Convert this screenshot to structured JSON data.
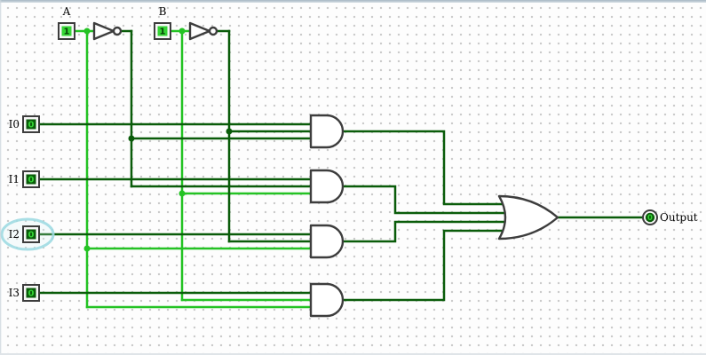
{
  "colors": {
    "wire_on": "#24c324",
    "wire_off": "#0a5c0a",
    "gate_stroke": "#3d3d3d",
    "pin_border": "#3d3d3d",
    "value_on_fill": "#35d435",
    "value_on_text": "#073f07",
    "value_off_fill": "#0a5c0a",
    "value_off_text": "#35d435",
    "highlight": "#9fdbe3",
    "grid_dot": "#c9c9c9",
    "label": "#000000",
    "chrome": "#a7b8c4"
  },
  "pins": {
    "a": {
      "label": "A",
      "value": "1",
      "state": "on"
    },
    "b": {
      "label": "B",
      "value": "1",
      "state": "on"
    },
    "i0": {
      "label": "I0",
      "value": "0",
      "state": "off"
    },
    "i1": {
      "label": "I1",
      "value": "0",
      "state": "off"
    },
    "i2": {
      "label": "I2",
      "value": "0",
      "state": "off",
      "highlighted": true
    },
    "i3": {
      "label": "I3",
      "value": "0",
      "state": "off"
    },
    "output": {
      "label": "Output",
      "value": "0",
      "state": "off"
    }
  },
  "circuit": {
    "description": "4-to-1 multiplexer built from 2 NOT gates, 4 three-input AND gates and one 4-input OR gate",
    "select_inputs": [
      "A",
      "B"
    ],
    "data_inputs": [
      "I0",
      "I1",
      "I2",
      "I3"
    ],
    "gates": [
      {
        "id": "not-a",
        "type": "NOT"
      },
      {
        "id": "not-b",
        "type": "NOT"
      },
      {
        "id": "and-1",
        "type": "AND"
      },
      {
        "id": "and-2",
        "type": "AND"
      },
      {
        "id": "and-3",
        "type": "AND"
      },
      {
        "id": "and-4",
        "type": "AND"
      },
      {
        "id": "or-1",
        "type": "OR"
      }
    ],
    "output_value": "0"
  }
}
